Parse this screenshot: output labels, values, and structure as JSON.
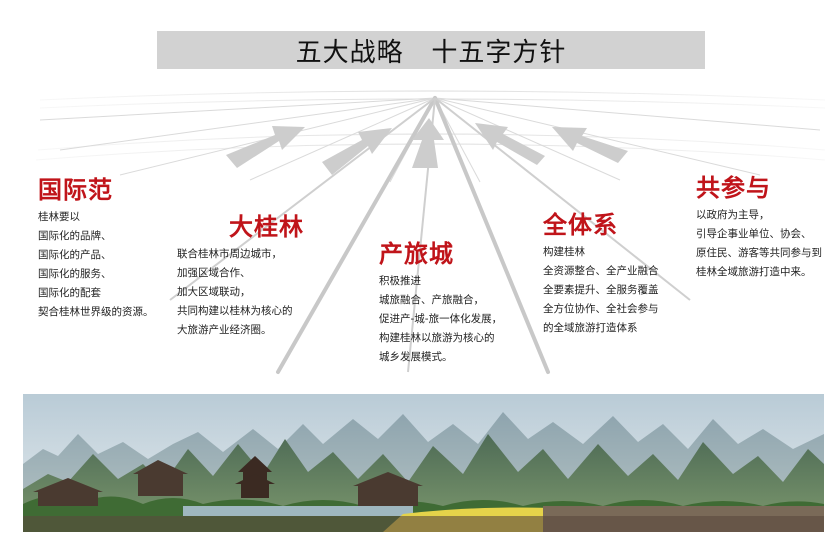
{
  "title": "五大战略   十五字方针",
  "strategies": [
    {
      "heading": "国际范",
      "lines": [
        "桂林要以",
        "国际化的品牌、",
        "国际化的产品、",
        "国际化的服务、",
        "国际化的配套",
        "契合桂林世界级的资源。"
      ]
    },
    {
      "heading": "大桂林",
      "lines": [
        "联合桂林市周边城市，",
        "加强区域合作、",
        "加大区域联动，",
        "共同构建以桂林为核心的",
        "大旅游产业经济圈。"
      ]
    },
    {
      "heading": "产旅城",
      "lines": [
        "积极推进",
        "城旅融合、产旅融合，",
        "促进产-城-旅一体化发展，",
        "构建桂林以旅游为核心的",
        "城乡发展模式。"
      ]
    },
    {
      "heading": "全体系",
      "lines": [
        "构建桂林",
        "全资源整合、全产业融合",
        "全要素提升、全服务覆盖",
        "全方位协作、全社会参与",
        "的全域旅游打造体系"
      ]
    },
    {
      "heading": "共参与",
      "lines": [
        "以政府为主导，",
        "引导企事业单位、协会、",
        "原住民、游客等共同参与到",
        "桂林全域旅游打造中来。"
      ]
    }
  ],
  "colors": {
    "heading": "#c0141a",
    "title_bg": "#d2d2d2",
    "ray": "#c8c8c8",
    "arrow": "#cfcfcf"
  }
}
